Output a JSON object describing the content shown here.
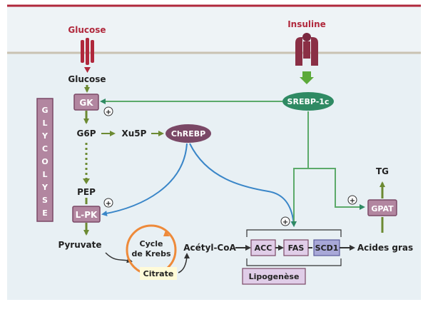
{
  "labels": {
    "glucose_outside": "Glucose",
    "insuline": "Insuline",
    "glucose_inside": "Glucose",
    "gk": "GK",
    "srebp": "SREBP-1c",
    "glycolyse": [
      "G",
      "L",
      "Y",
      "C",
      "O",
      "L",
      "Y",
      "S",
      "E"
    ],
    "g6p": "G6P",
    "xu5p": "Xu5P",
    "chrebp": "ChREBP",
    "pep": "PEP",
    "lpk": "L-PK",
    "tg": "TG",
    "gpat": "GPAT",
    "pyruvate": "Pyruvate",
    "cycle_line1": "Cycle",
    "cycle_line2": "de Krebs",
    "acetyl": "Acétyl-CoA",
    "citrate": "Citrate",
    "acc": "ACC",
    "fas": "FAS",
    "scd1": "SCD1",
    "acides_gras": "Acides gras",
    "lipogenese": "Lipogenèse",
    "plus": "+"
  },
  "colors": {
    "membrane_red": "#b0283c",
    "cell_bg": "#e8f0f4",
    "mauve_box": "#b286a0",
    "mauve_dark": "#7a4866",
    "srebp_green": "#2f8a63",
    "olive_arrow": "#6c8a32",
    "blue_arrow": "#3a86c8",
    "krebs_orange": "#ee8a3a",
    "enzyme_fill": "#e0cde8",
    "scd1_fill": "#a8a8d8",
    "citrate_fill": "#fffbd8"
  }
}
